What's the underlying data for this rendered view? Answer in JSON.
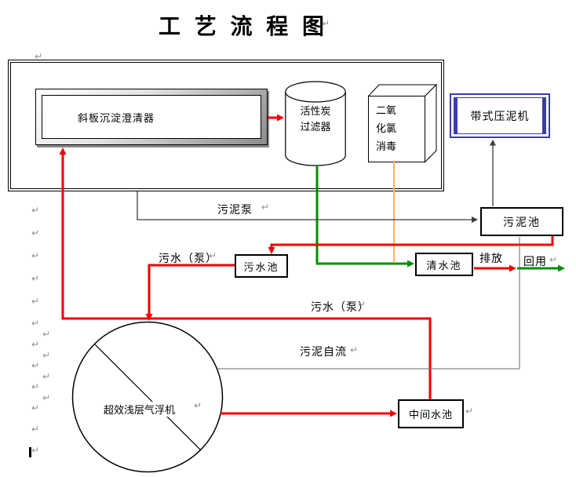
{
  "title": "工 艺 流 程 图",
  "nodes": {
    "clarifier": {
      "label": "斜板沉淀澄清器"
    },
    "carbon_filter": {
      "line1": "活性炭",
      "line2": "过滤器"
    },
    "disinfection": {
      "line1": "二氧",
      "line2": "化氯",
      "line3": "消毒"
    },
    "belt_press": {
      "label": "带式压泥机"
    },
    "sludge_pool": {
      "label": "污泥池"
    },
    "sewage_pool": {
      "label": "污水池"
    },
    "clean_pool": {
      "label": "清水池"
    },
    "middle_pool": {
      "label": "中间水池"
    },
    "flotation": {
      "label": "超效浅层气浮机"
    }
  },
  "edges": [
    {
      "from": "斜板沉淀澄清器",
      "to": "活性炭过滤器",
      "color": "red"
    },
    {
      "from": "活性炭过滤器",
      "to": "清水池",
      "color": "green"
    },
    {
      "from": "二氧化氯消毒",
      "to": "清水池",
      "color": "orange"
    },
    {
      "from": "斜板沉淀澄清器",
      "to": "污泥池",
      "color": "black",
      "label": "污泥泵"
    },
    {
      "from": "污泥池",
      "to": "带式压泥机",
      "color": "black"
    },
    {
      "from": "污水池",
      "to": "超效浅层气浮机",
      "color": "red",
      "label": "污水（泵）"
    },
    {
      "from": "中间水池",
      "to": "斜板沉淀澄清器",
      "color": "red",
      "label": "污水（泵）"
    },
    {
      "from": "超效浅层气浮机",
      "to": "中间水池",
      "color": "red"
    },
    {
      "from": "污泥池",
      "to": "污水池",
      "color": "red"
    },
    {
      "from": "清水池",
      "to": "排放",
      "color": "red",
      "label": "排放"
    },
    {
      "from": "清水池",
      "to": "回用",
      "color": "green",
      "label": "回用"
    },
    {
      "from": "超效浅层气浮机",
      "to": "污泥池",
      "color": "gray",
      "label": "污泥自流"
    }
  ],
  "marks": {
    "char": "↵"
  },
  "colors": {
    "red": "#f00000",
    "green": "#008f00",
    "orange": "#ffb34d",
    "blue": "#3a3ab4",
    "line": "#3c3c3c",
    "thin": "#6e6e6e",
    "mark": "#8f8f8f"
  }
}
